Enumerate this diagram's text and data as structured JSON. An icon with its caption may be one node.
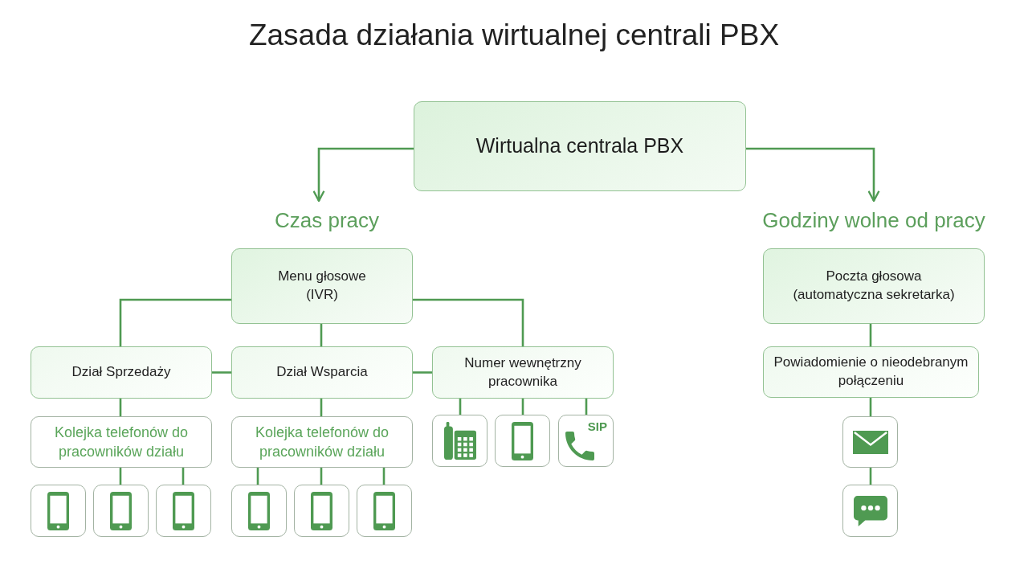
{
  "diagram": {
    "title": "Zasada działania wirtualnej centrali PBX",
    "nodes": [
      {
        "text": [
          "Wirtualna centrala PBX"
        ]
      },
      {
        "text": [
          "Czas pracy"
        ]
      },
      {
        "text": [
          "Godziny wolne od pracy"
        ]
      },
      {
        "text": [
          "Menu głosowe (IVR)"
        ]
      },
      {
        "text": [
          "Dział Sprzedaży"
        ]
      },
      {
        "text": [
          "Dział Wsparcia"
        ]
      },
      {
        "text": [
          "Numer wewnętrzny pracownika"
        ]
      },
      {
        "text": [
          "Kolejka telefonów do pracowników działu"
        ]
      },
      {
        "text": [
          "Kolejka telefonów do pracowników działu"
        ]
      },
      {
        "text": [],
        "shape": "picture"
      },
      {
        "text": [],
        "shape": "picture"
      },
      {
        "text": [],
        "shape": "picture"
      },
      {
        "text": [],
        "shape": "picture"
      },
      {
        "text": [],
        "shape": "picture"
      },
      {
        "text": [],
        "shape": "picture"
      },
      {
        "text": [],
        "shape": "picture"
      },
      {
        "text": [],
        "shape": "picture"
      },
      {
        "text": [
          "SIP"
        ]
      },
      {
        "text": [
          "Poczta głosowa (automatyczna sekretarka)"
        ]
      },
      {
        "text": [
          "Powiadomienie o nieodebranym połączeniu"
        ]
      },
      {
        "text": [],
        "shape": "picture"
      },
      {
        "text": [],
        "shape": "picture"
      }
    ],
    "edges": [
      {
        "from": 0,
        "to": 1,
        "arrow": "to"
      },
      {
        "from": 0,
        "to": 2,
        "arrow": "to"
      },
      {
        "from": 3,
        "to": 4,
        "arrow": "none"
      },
      {
        "from": 3,
        "to": 5,
        "arrow": "none"
      },
      {
        "from": 3,
        "to": 6,
        "arrow": "none"
      },
      {
        "from": 4,
        "to": 5,
        "arrow": "none"
      },
      {
        "from": 5,
        "to": 6,
        "arrow": "none"
      },
      {
        "from": 4,
        "to": 7,
        "arrow": "none"
      },
      {
        "from": 5,
        "to": 8,
        "arrow": "none"
      },
      {
        "from": 6,
        "to": 15,
        "arrow": "none"
      },
      {
        "from": 6,
        "to": 16,
        "arrow": "none"
      },
      {
        "from": 6,
        "to": 17,
        "arrow": "none"
      },
      {
        "from": 7,
        "to": 10,
        "arrow": "none"
      },
      {
        "from": 7,
        "to": 11,
        "arrow": "none"
      },
      {
        "from": 8,
        "to": 12,
        "arrow": "none"
      },
      {
        "from": 8,
        "to": 13,
        "arrow": "none"
      },
      {
        "from": 8,
        "to": 14,
        "arrow": "none"
      },
      {
        "from": 18,
        "to": 19,
        "arrow": "none"
      },
      {
        "from": 19,
        "to": 20,
        "arrow": "none"
      },
      {
        "from": 20,
        "to": 21,
        "arrow": "none"
      }
    ]
  }
}
